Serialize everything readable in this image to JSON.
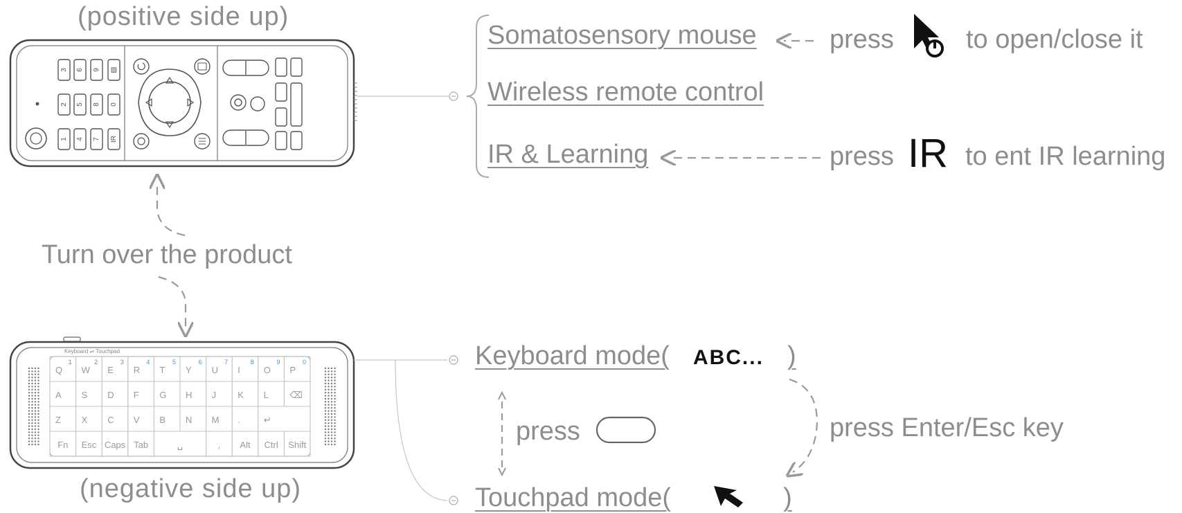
{
  "top": {
    "caption": "(positive side up)",
    "modes": [
      {
        "label": "Somatosensory mouse",
        "hint_prefix": "press",
        "hint_suffix": "to open/close it",
        "icon": "mouse-toggle-icon"
      },
      {
        "label": "Wireless remote control"
      },
      {
        "label": "IR & Learning",
        "hint_prefix": "press",
        "hint_key": "IR",
        "hint_suffix": "to ent IR learning"
      }
    ]
  },
  "middle": {
    "instruction": "Turn over the product"
  },
  "bottom": {
    "caption": "(negative side up)",
    "keyboard_mode": {
      "label": "Keyboard mode(",
      "glyph": "ABC...",
      "close": ")"
    },
    "touchpad_mode": {
      "label": "Touchpad mode(",
      "icon": "cursor-arrow-icon",
      "close": ")"
    },
    "press_button_label": "press",
    "press_enter_label": "press  Enter/Esc key",
    "device_header": "Keyboard ⇌ Touchpad",
    "keyboard_rows": [
      [
        "Q",
        "W",
        "E",
        "R",
        "T",
        "Y",
        "U",
        "I",
        "O",
        "P"
      ],
      [
        "A",
        "S",
        "D",
        "F",
        "G",
        "H",
        "J",
        "K",
        "L",
        "⌫"
      ],
      [
        "Z",
        "X",
        "C",
        "V",
        "B",
        "N",
        "M",
        ".",
        "↵"
      ],
      [
        "Fn",
        "Esc",
        "Caps",
        "Tab",
        "␣",
        ",",
        "Alt",
        "Ctrl",
        "Shift"
      ]
    ],
    "top_row_symbols": [
      "1",
      "2",
      "3",
      "4",
      "5",
      "6",
      "7",
      "8",
      "9",
      "0"
    ]
  },
  "remote": {
    "number_keys": [
      "3",
      "6",
      "9",
      "▨",
      "2",
      "5",
      "8",
      "0",
      "1",
      "4",
      "7",
      "IR"
    ]
  },
  "colors": {
    "line": "#b5b5b5",
    "text": "#8d8d8d",
    "dark": "#000000",
    "key_blue": "#4a90d9"
  }
}
